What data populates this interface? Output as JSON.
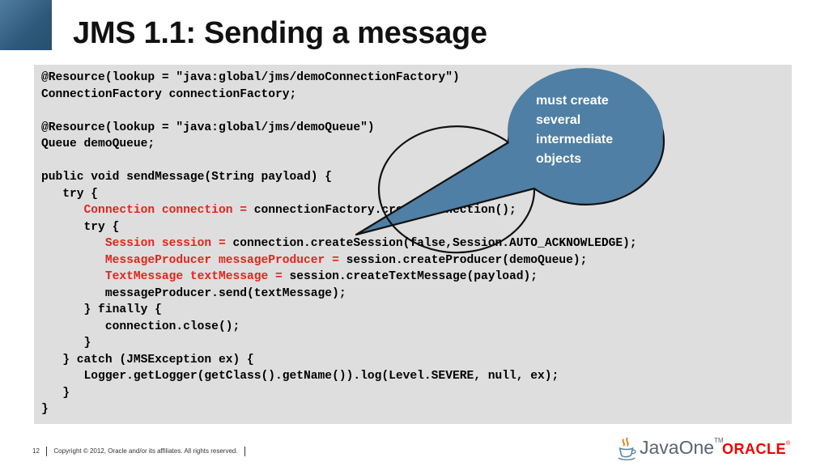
{
  "slide": {
    "title": "JMS 1.1: Sending a message"
  },
  "code": {
    "lines": [
      [
        {
          "t": "@Resource(lookup = \"java:global/jms/demoConnectionFactory\")",
          "r": false
        }
      ],
      [
        {
          "t": "ConnectionFactory connectionFactory;",
          "r": false
        }
      ],
      [
        {
          "t": "",
          "r": false
        }
      ],
      [
        {
          "t": "@Resource(lookup = \"java:global/jms/demoQueue\")",
          "r": false
        }
      ],
      [
        {
          "t": "Queue demoQueue;",
          "r": false
        }
      ],
      [
        {
          "t": "",
          "r": false
        }
      ],
      [
        {
          "t": "public void sendMessage(String payload) {",
          "r": false
        }
      ],
      [
        {
          "t": "   try {",
          "r": false
        }
      ],
      [
        {
          "t": "      ",
          "r": false
        },
        {
          "t": "Connection connection =",
          "r": true
        },
        {
          "t": " connectionFactory.createConnection();",
          "r": false
        }
      ],
      [
        {
          "t": "      try {",
          "r": false
        }
      ],
      [
        {
          "t": "         ",
          "r": false
        },
        {
          "t": "Session session =",
          "r": true
        },
        {
          "t": " connection.createSession(false,Session.AUTO_ACKNOWLEDGE);",
          "r": false
        }
      ],
      [
        {
          "t": "         ",
          "r": false
        },
        {
          "t": "MessageProducer messageProducer =",
          "r": true
        },
        {
          "t": " session.createProducer(demoQueue);",
          "r": false
        }
      ],
      [
        {
          "t": "         ",
          "r": false
        },
        {
          "t": "TextMessage textMessage =",
          "r": true
        },
        {
          "t": " session.createTextMessage(payload);",
          "r": false
        }
      ],
      [
        {
          "t": "         messageProducer.send(textMessage);",
          "r": false
        }
      ],
      [
        {
          "t": "      } finally {",
          "r": false
        }
      ],
      [
        {
          "t": "         connection.close();",
          "r": false
        }
      ],
      [
        {
          "t": "      }",
          "r": false
        }
      ],
      [
        {
          "t": "   } catch (JMSException ex) {",
          "r": false
        }
      ],
      [
        {
          "t": "      Logger.getLogger(getClass().getName()).log(Level.SEVERE, null, ex);",
          "r": false
        }
      ],
      [
        {
          "t": "   }",
          "r": false
        }
      ],
      [
        {
          "t": "}",
          "r": false
        }
      ]
    ]
  },
  "callout": {
    "text": "must create several intermediate objects"
  },
  "footer": {
    "page_number": "12",
    "copyright": "Copyright © 2012, Oracle and/or its affiliates. All rights reserved."
  },
  "logos": {
    "javaone": "JavaOne",
    "javaone_tm": "TM",
    "oracle": "ORACLE",
    "oracle_reg": "®"
  },
  "colors": {
    "highlight": "#e1251b",
    "callout_fill": "#4f7fa4",
    "corner_block": "#2e5878",
    "code_background": "#dedede"
  }
}
